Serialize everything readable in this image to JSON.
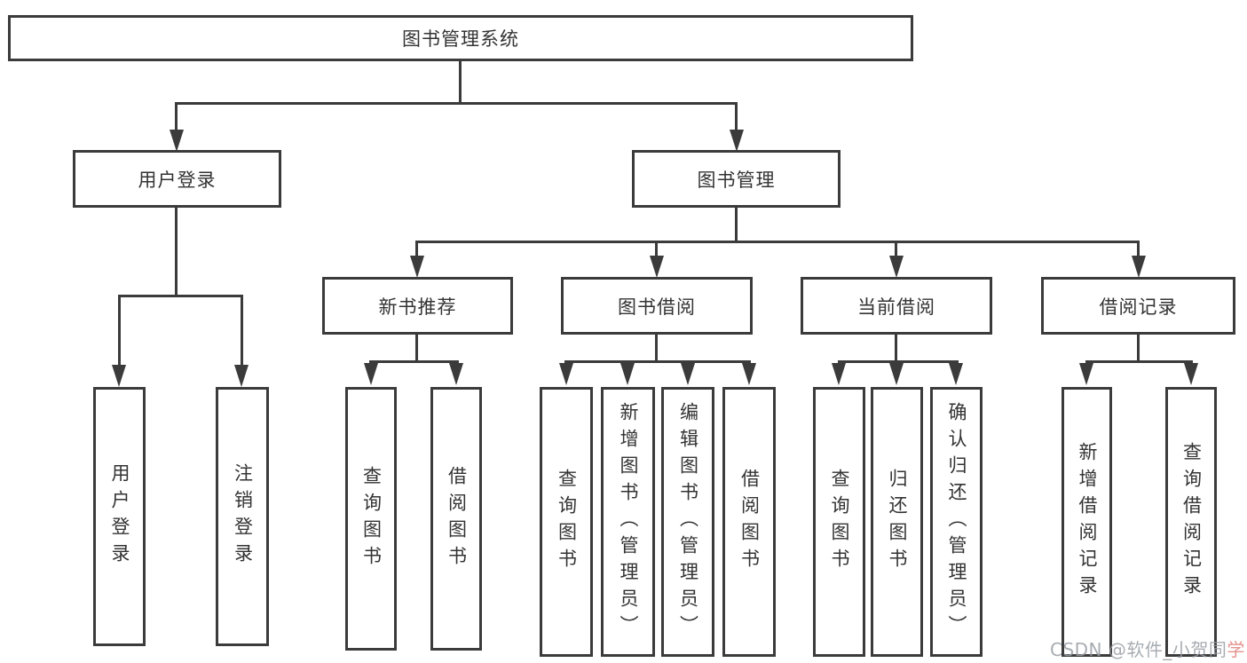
{
  "diagram": {
    "tree": {
      "label": "图书管理系统",
      "children": [
        {
          "label": "用户登录",
          "children": [
            {
              "label": "用户登录"
            },
            {
              "label": "注销登录"
            }
          ]
        },
        {
          "label": "图书管理",
          "children": [
            {
              "label": "新书推荐",
              "children": [
                {
                  "label": "查询图书"
                },
                {
                  "label": "借阅图书"
                }
              ]
            },
            {
              "label": "图书借阅",
              "children": [
                {
                  "label": "查询图书"
                },
                {
                  "label": "新增图书（管理员）"
                },
                {
                  "label": "编辑图书（管理员）"
                },
                {
                  "label": "借阅图书"
                }
              ]
            },
            {
              "label": "当前借阅",
              "children": [
                {
                  "label": "查询图书"
                },
                {
                  "label": "归还图书"
                },
                {
                  "label": "确认归还（管理员）"
                }
              ]
            },
            {
              "label": "借阅记录",
              "children": [
                {
                  "label": "新增借阅记录"
                },
                {
                  "label": "查询借阅记录"
                }
              ]
            }
          ]
        }
      ]
    },
    "colors": {
      "line": "#3b3b3b",
      "text": "#333333",
      "background": "#ffffff",
      "watermark_gray": "#989da3",
      "watermark_accent": "#e08682"
    }
  },
  "watermark": {
    "prefix": "CSDN @软件_小贺同",
    "suffix": "学"
  }
}
